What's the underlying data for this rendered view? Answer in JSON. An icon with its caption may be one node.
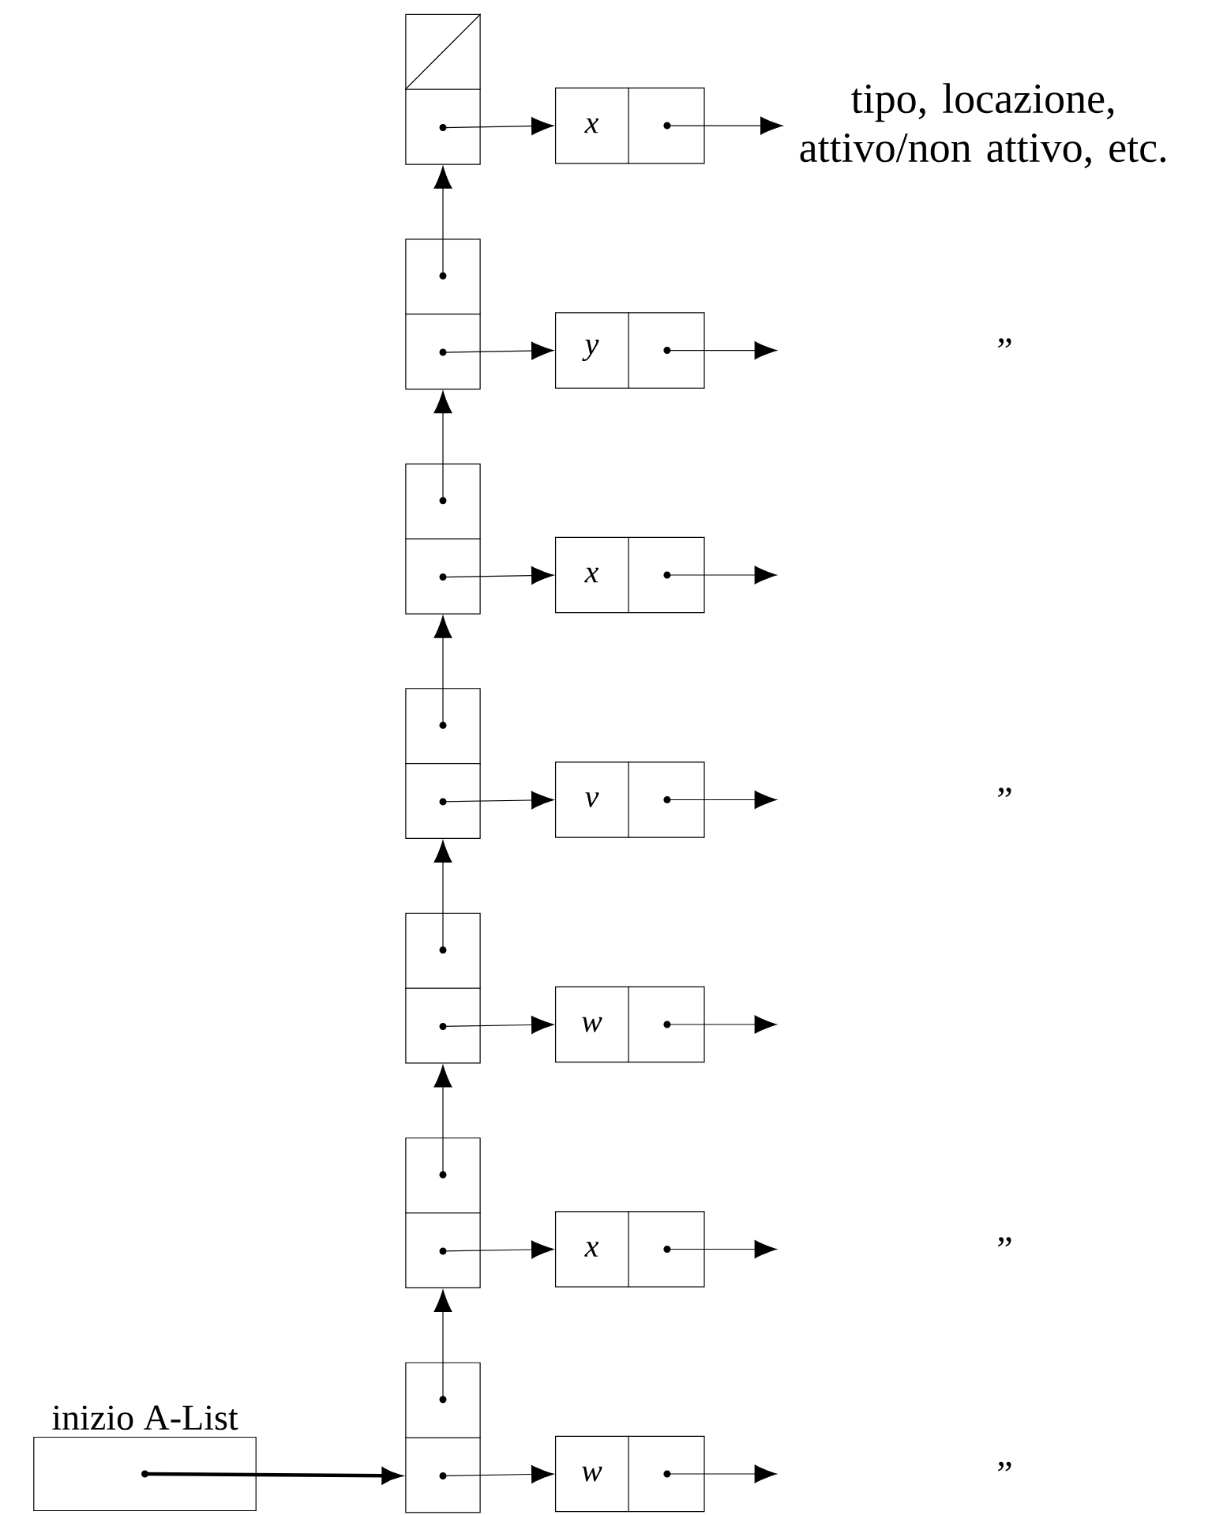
{
  "diagram": {
    "nodes": [
      {
        "text": [],
        "shape": "box"
      },
      {
        "text": [],
        "shape": "box"
      },
      {
        "text": [],
        "shape": "box"
      },
      {
        "text": [],
        "shape": "box"
      },
      {
        "text": [],
        "shape": "box"
      },
      {
        "text": [],
        "shape": "box"
      },
      {
        "text": [],
        "shape": "box"
      },
      {
        "text": [
          "x"
        ]
      },
      {
        "text": [
          "y"
        ]
      },
      {
        "text": [
          "x"
        ]
      },
      {
        "text": [
          "v"
        ]
      },
      {
        "text": [
          "w"
        ]
      },
      {
        "text": [
          "x"
        ]
      },
      {
        "text": [
          "w"
        ]
      },
      {
        "text": [
          "tipo, locazione, attivo/non attivo, etc."
        ]
      },
      {
        "text": [
          "inizio A-List"
        ]
      }
    ],
    "edges": [
      {
        "from": 15,
        "to": 6,
        "arrow": "to",
        "style": "thick"
      },
      {
        "from": 6,
        "to": 5,
        "arrow": "to"
      },
      {
        "from": 5,
        "to": 4,
        "arrow": "to"
      },
      {
        "from": 4,
        "to": 3,
        "arrow": "to"
      },
      {
        "from": 3,
        "to": 2,
        "arrow": "to"
      },
      {
        "from": 2,
        "to": 1,
        "arrow": "to"
      },
      {
        "from": 1,
        "to": 0,
        "arrow": "to"
      },
      {
        "from": 0,
        "to": 7,
        "arrow": "to"
      },
      {
        "from": 1,
        "to": 8,
        "arrow": "to"
      },
      {
        "from": 2,
        "to": 9,
        "arrow": "to"
      },
      {
        "from": 3,
        "to": 10,
        "arrow": "to"
      },
      {
        "from": 4,
        "to": 11,
        "arrow": "to"
      },
      {
        "from": 5,
        "to": 12,
        "arrow": "to"
      },
      {
        "from": 6,
        "to": 13,
        "arrow": "to"
      },
      {
        "from": 7,
        "to": 14,
        "arrow": "to"
      },
      {
        "from": 8,
        "to": null,
        "arrow": "to"
      },
      {
        "from": 9,
        "to": null,
        "arrow": "to"
      },
      {
        "from": 10,
        "to": null,
        "arrow": "to"
      },
      {
        "from": 11,
        "to": null,
        "arrow": "to"
      },
      {
        "from": 12,
        "to": null,
        "arrow": "to"
      },
      {
        "from": 13,
        "to": null,
        "arrow": "to"
      }
    ],
    "labels": [
      "”",
      "”",
      "”",
      "”"
    ]
  }
}
